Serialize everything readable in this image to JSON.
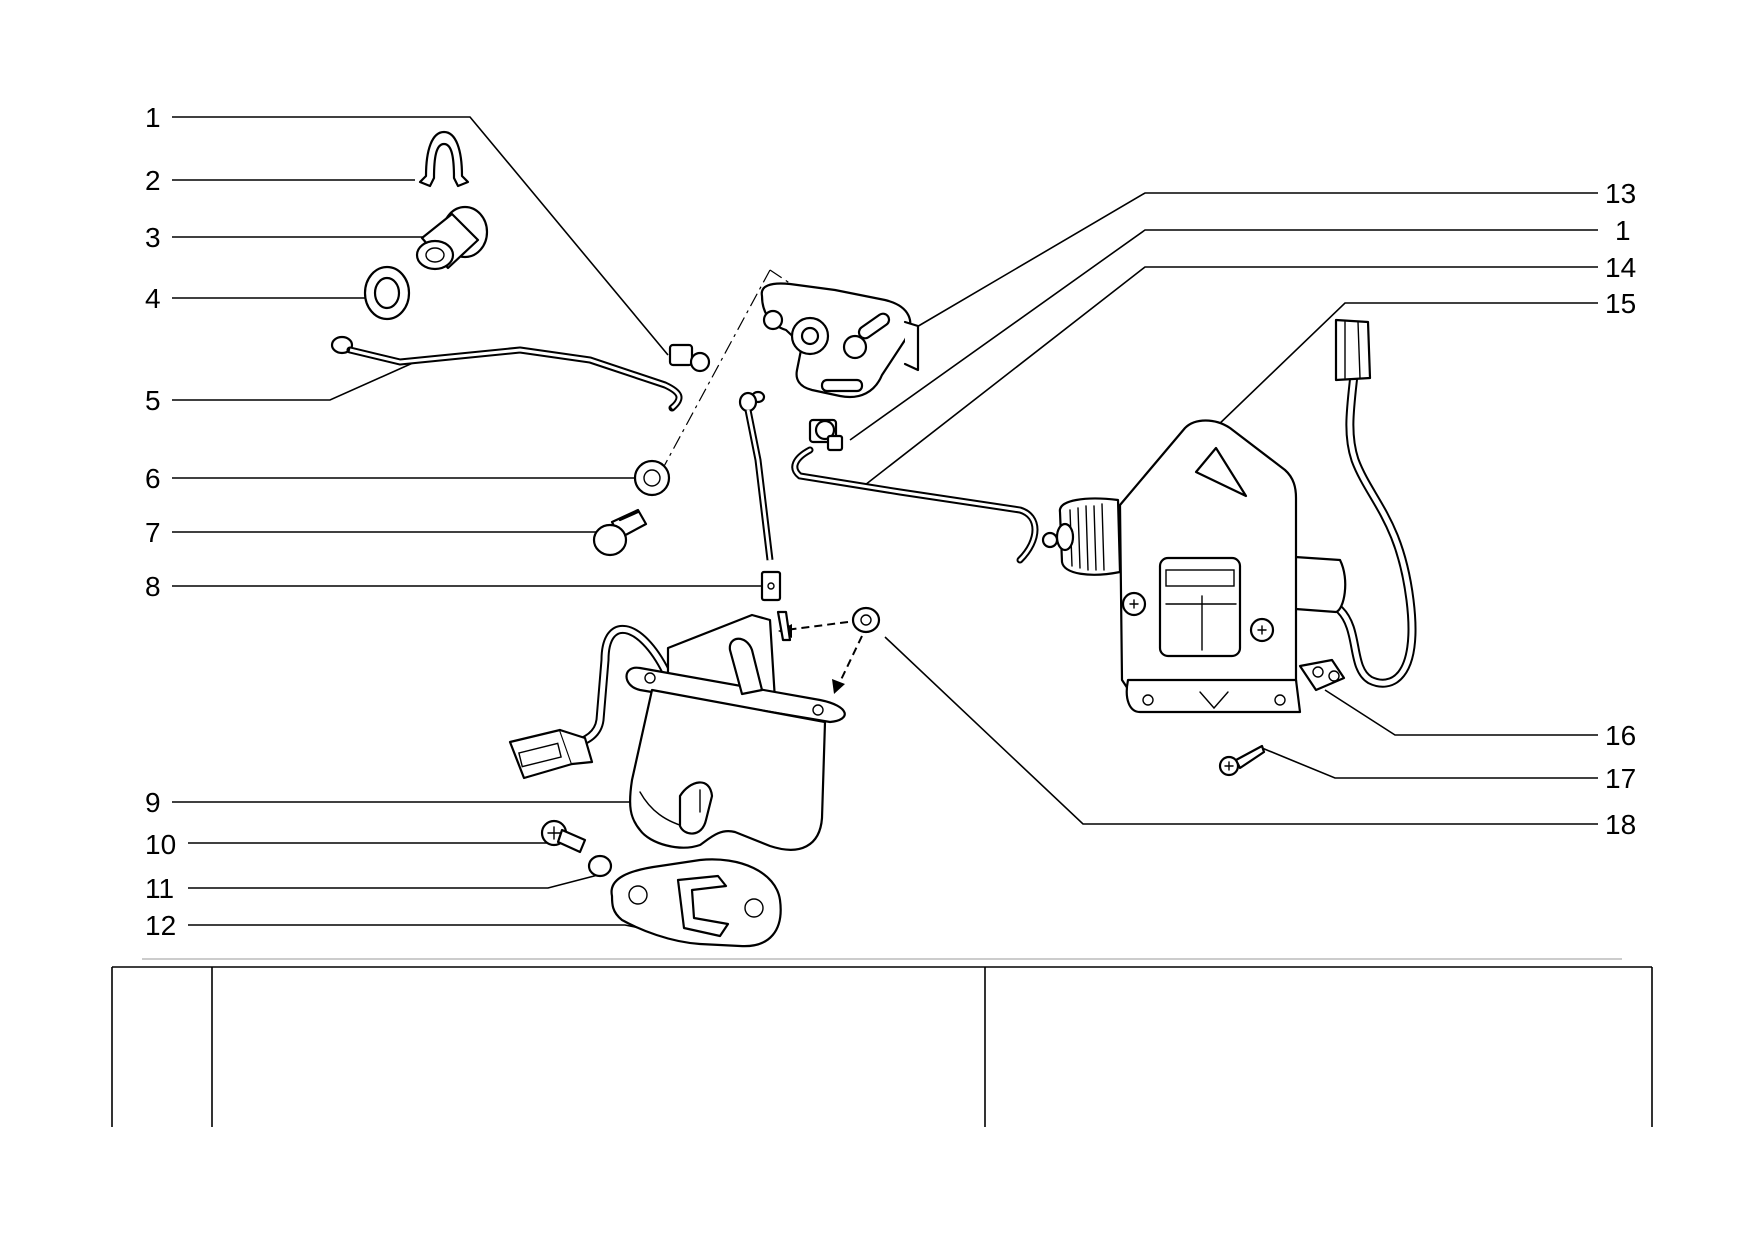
{
  "diagram": {
    "callouts_left": [
      {
        "id": "l1",
        "label": "1"
      },
      {
        "id": "l2",
        "label": "2"
      },
      {
        "id": "l3",
        "label": "3"
      },
      {
        "id": "l4",
        "label": "4"
      },
      {
        "id": "l5",
        "label": "5"
      },
      {
        "id": "l6",
        "label": "6"
      },
      {
        "id": "l7",
        "label": "7"
      },
      {
        "id": "l8",
        "label": "8"
      },
      {
        "id": "l9",
        "label": "9"
      },
      {
        "id": "l10",
        "label": "10"
      },
      {
        "id": "l11",
        "label": "11"
      },
      {
        "id": "l12",
        "label": "12"
      }
    ],
    "callouts_right": [
      {
        "id": "r13",
        "label": "13"
      },
      {
        "id": "r1",
        "label": "1"
      },
      {
        "id": "r14",
        "label": "14"
      },
      {
        "id": "r15",
        "label": "15"
      },
      {
        "id": "r16",
        "label": "16"
      },
      {
        "id": "r17",
        "label": "17"
      },
      {
        "id": "r18",
        "label": "18"
      }
    ]
  }
}
